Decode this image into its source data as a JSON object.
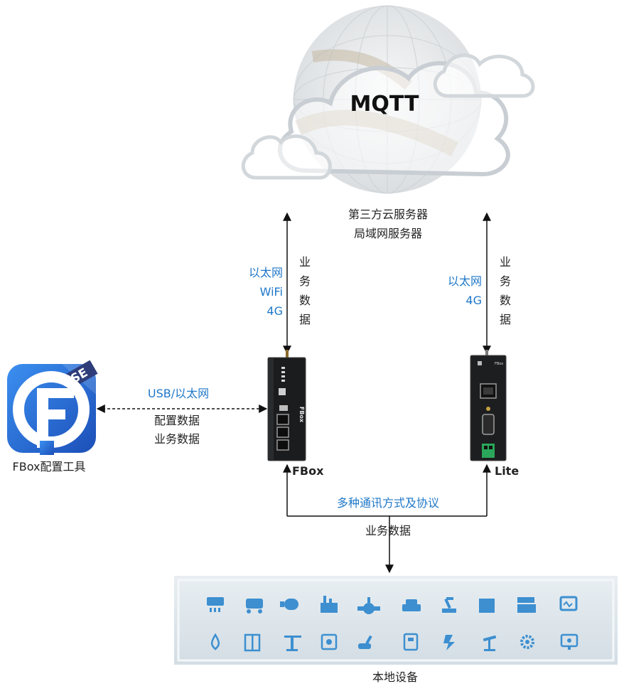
{
  "cloud": {
    "title": "MQTT",
    "server_lines": [
      "第三方云服务器",
      "局域网服务器"
    ]
  },
  "left_link": {
    "media": [
      "以太网",
      "WiFi",
      "4G"
    ],
    "data_chars": [
      "业",
      "务",
      "数",
      "据"
    ]
  },
  "right_link": {
    "media": [
      "以太网",
      "4G"
    ],
    "data_chars": [
      "业",
      "务",
      "数",
      "据"
    ]
  },
  "config_link": {
    "media": "USB/以太网",
    "data_lines": [
      "配置数据",
      "业务数据"
    ]
  },
  "tool": {
    "name": "FBox配置工具",
    "badge": "SE"
  },
  "devices": {
    "fbox_name": "FBox",
    "lite_name": "Lite",
    "fbox_label": "FBox",
    "lite_label": "FBox"
  },
  "bottom_link": {
    "protocol": "多种通讯方式及协议",
    "data": "业务数据"
  },
  "local": {
    "label": "本地设备"
  },
  "colors": {
    "blue": "#1f78c8",
    "cloud": "#dfe4e8",
    "tool_blue": "#2a6fd0",
    "panel": "#dfe6ec"
  }
}
